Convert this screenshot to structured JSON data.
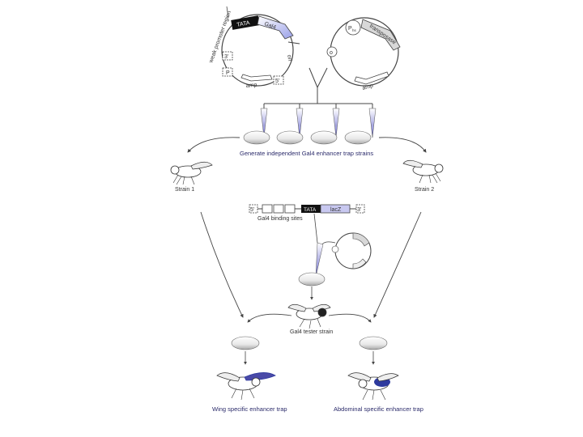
{
  "plasmid_left": {
    "region_label": "weak promoter region",
    "tata": "TATA",
    "gene": "Gal4",
    "ori": "ori",
    "amp": "amp",
    "p_label": "P",
    "three_prime": "3'",
    "five_prime": "5'"
  },
  "plasmid_right": {
    "promoter": "P",
    "promoter_sub": "hs",
    "gene": "transposase",
    "amp": "amp",
    "ori": "o"
  },
  "step1_caption": "Generate independent Gal4 enhancer trap strains",
  "strain1": "Strain 1",
  "strain2": "Strain 2",
  "construct": {
    "five_prime": "5'",
    "tata": "TATA",
    "reporter": "lacZ",
    "three_prime": "3'",
    "sites_caption": "Gal4 binding sites"
  },
  "tester_caption": "Gal4 tester strain",
  "result_left": "Wing specific enhancer trap",
  "result_right": "Abdominal specific enhancer trap",
  "colors": {
    "accent_blue": "#2e3a9e",
    "lavender": "#c8c8f0",
    "line": "#444444"
  }
}
